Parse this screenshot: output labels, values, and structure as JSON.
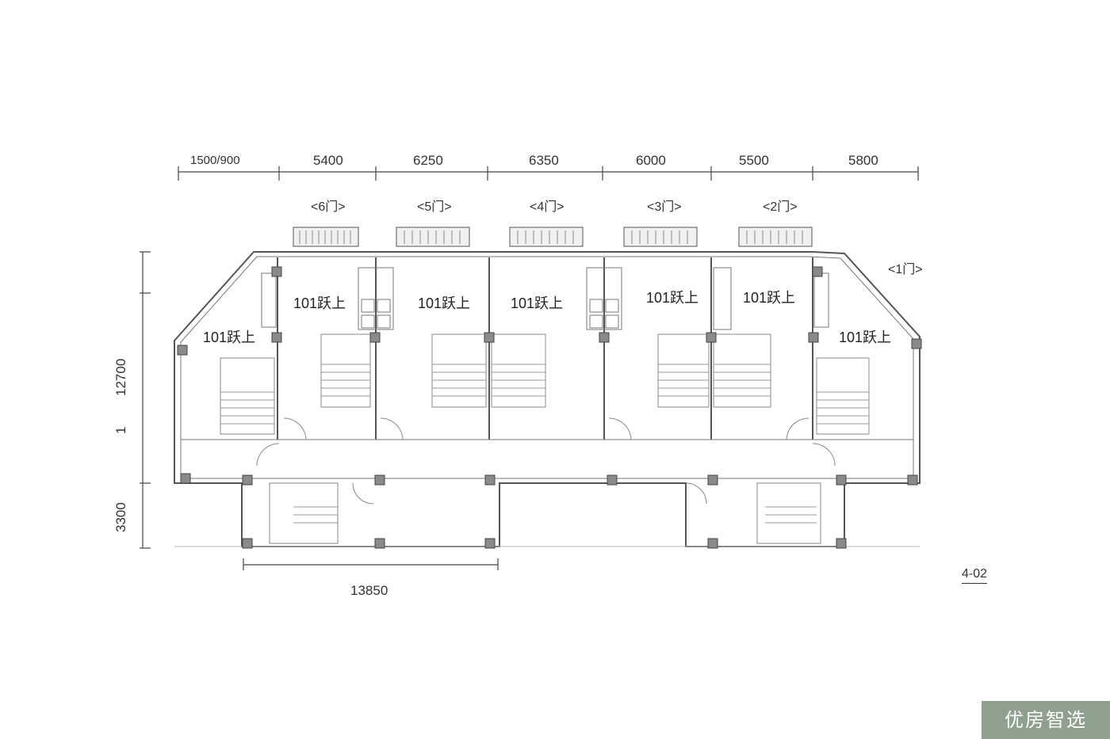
{
  "top_dimensions": [
    "5400",
    "6250",
    "6350",
    "6000",
    "5500",
    "5800"
  ],
  "top_dim_partial": "1500/900",
  "doors": [
    "<6门>",
    "<5门>",
    "<4门>",
    "<3门>",
    "<2门>",
    "<1门>"
  ],
  "room_label": "101跃上",
  "left_dimensions": [
    "12700",
    "1",
    "3300"
  ],
  "bottom_dimension": "13850",
  "sheet_label": "4-02",
  "watermark": "优房智选"
}
